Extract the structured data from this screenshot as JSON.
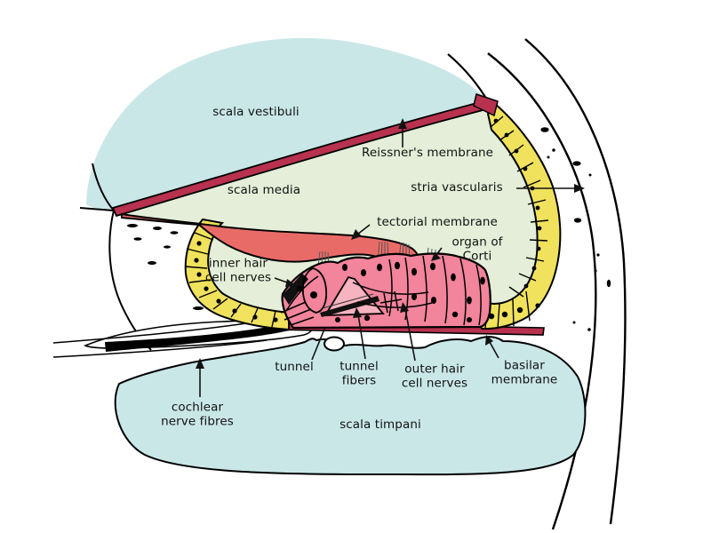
{
  "diagram": {
    "labels": {
      "scala_vestibuli": "scala vestibuli",
      "reissners_membrane": "Reissner's membrane",
      "scala_media": "scala media",
      "stria_vascularis": "stria vascularis",
      "tectorial_membrane": "tectorial membrane",
      "organ_of_corti": "organ of\nCorti",
      "inner_hair_cell_nerves": "inner hair\ncell nerves",
      "tunnel": "tunnel",
      "tunnel_fibers": "tunnel\nfibers",
      "outer_hair_cell_nerves": "outer hair\ncell nerves",
      "basilar_membrane": "basilar\nmembrane",
      "cochlear_nerve_fibres": "cochlear\nnerve fibres",
      "scala_timpani": "scala timpani"
    },
    "colors": {
      "perilymph_blue": "#cae7e8",
      "endolymph_green": "#e4eed8",
      "cell_yellow": "#f0e25c",
      "organ_pink": "#f2849c",
      "organ_pink_light": "#f7b3c0",
      "tectorial_red": "#e96b68",
      "membrane_crimson": "#b8314f",
      "outline_black": "#000000",
      "label_text": "#111111"
    }
  }
}
